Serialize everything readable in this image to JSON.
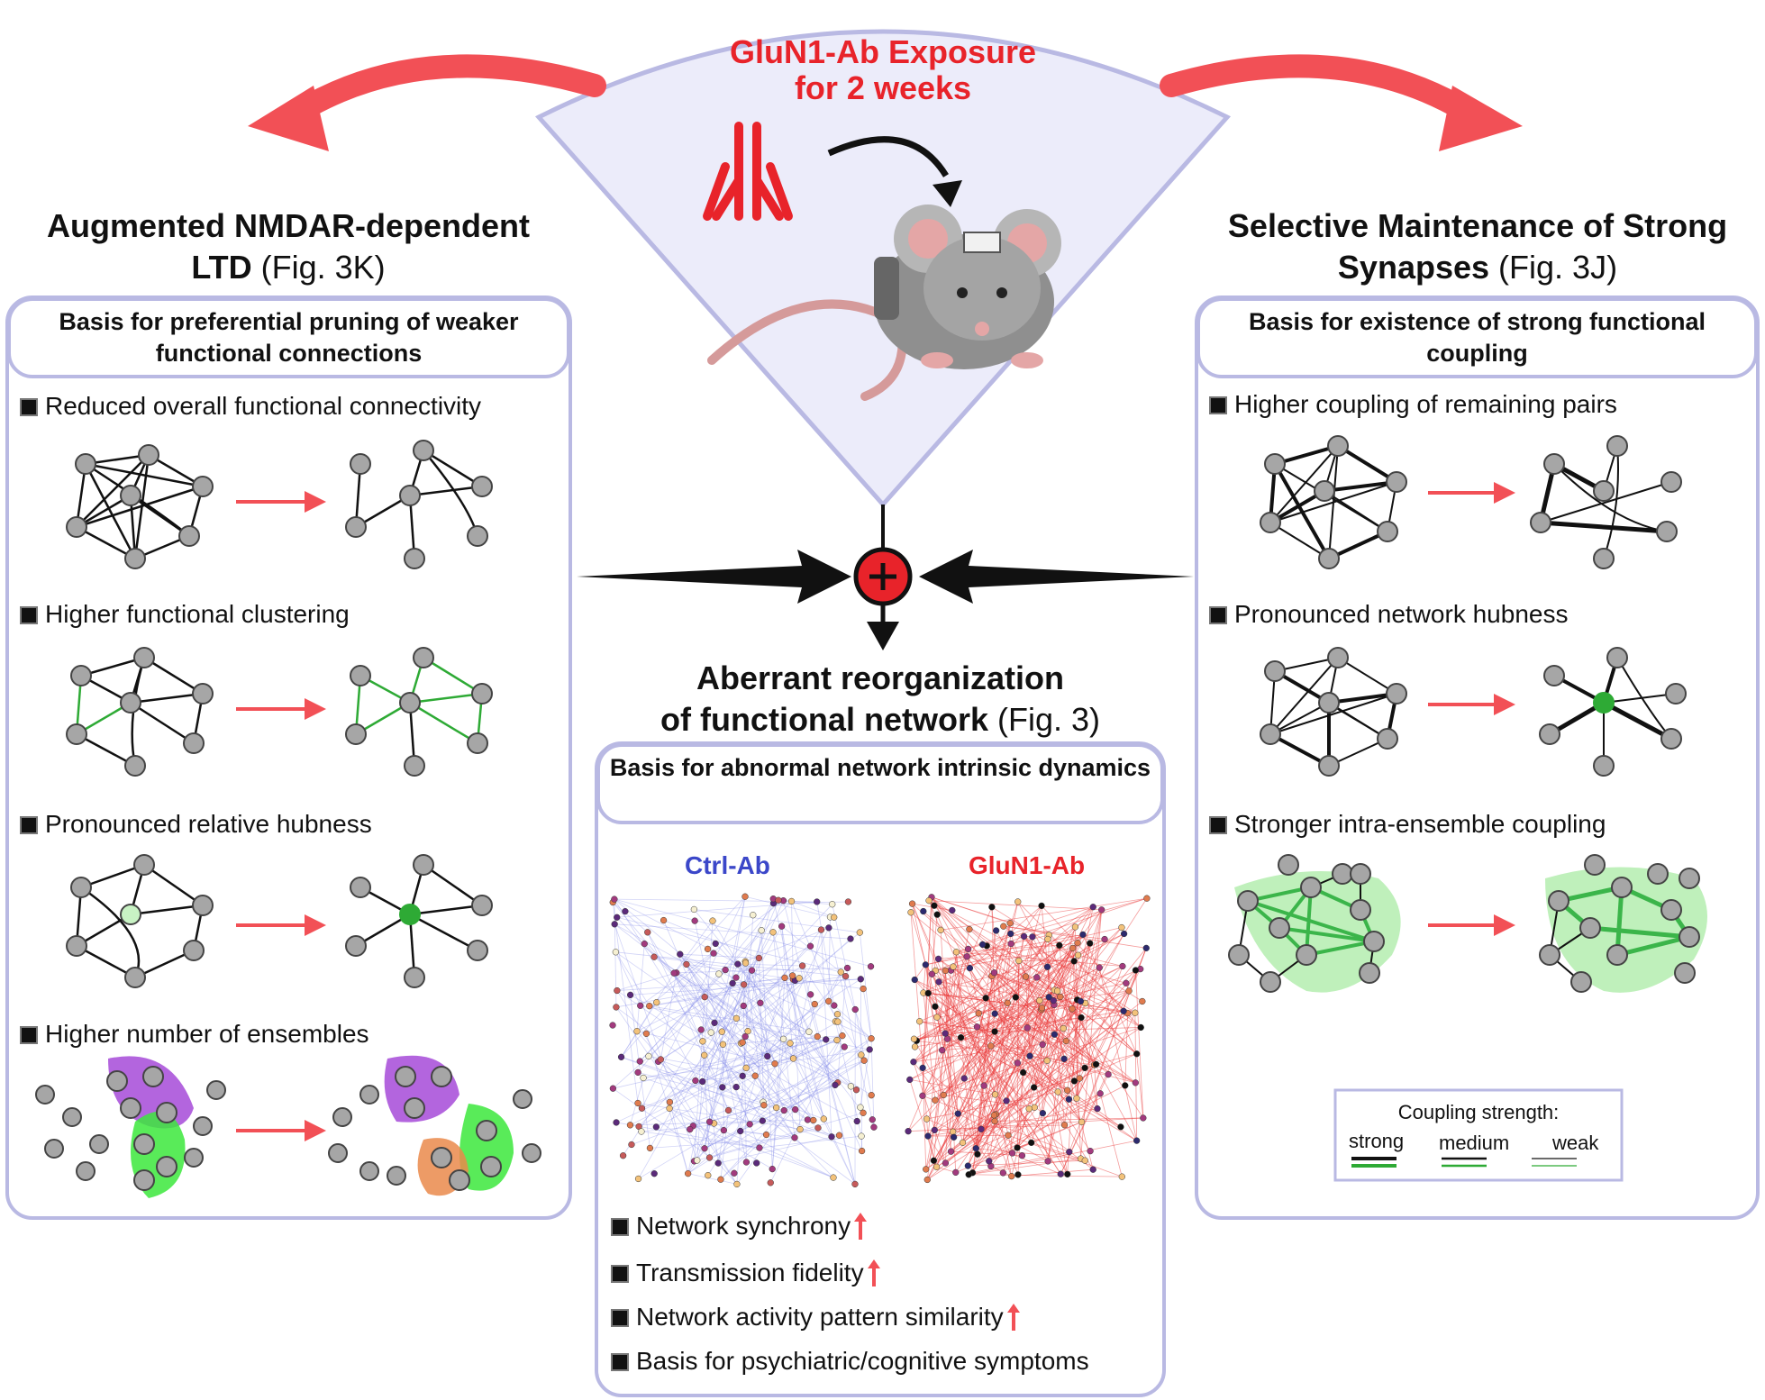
{
  "top": {
    "exposure_line1": "GluN1-Ab Exposure",
    "exposure_line2": "for 2 weeks"
  },
  "left": {
    "title_line1": "Augmented NMDAR-dependent",
    "title_line2_bold": "LTD",
    "title_ref": "(Fig. 3K)",
    "header": "Basis for preferential pruning of weaker functional connections",
    "items": [
      "Reduced overall functional connectivity",
      "Higher functional clustering",
      "Pronounced relative hubness",
      "Higher number of ensembles"
    ]
  },
  "center": {
    "title_line1": "Aberrant reorganization",
    "title_line2_bold": "of functional network",
    "title_ref": "(Fig. 3)",
    "header": "Basis for abnormal network intrinsic dynamics",
    "ctrl_label": "Ctrl-Ab",
    "glun1_label": "GluN1-Ab",
    "items": [
      "Network synchrony",
      "Transmission fidelity",
      "Network activity pattern similarity",
      "Basis for psychiatric/cognitive symptoms"
    ]
  },
  "right": {
    "title_line1": "Selective Maintenance of Strong",
    "title_line2_bold": "Synapses",
    "title_ref": "(Fig. 3J)",
    "header": "Basis for existence of strong functional coupling",
    "items": [
      "Higher coupling of remaining pairs",
      "Pronounced network hubness",
      "Stronger intra-ensemble coupling"
    ]
  },
  "legend": {
    "title": "Coupling strength:",
    "labels": [
      "strong",
      "medium",
      "weak"
    ]
  },
  "colors": {
    "accent_red": "#e8232a",
    "arrow_red": "#f25056",
    "panel_border": "#b9b9e3",
    "panel_fill": "#ececfa",
    "node_gray": "#a6a6a6",
    "hub_green": "#2eaa35",
    "ctrl_blue": "#3b47c9"
  }
}
